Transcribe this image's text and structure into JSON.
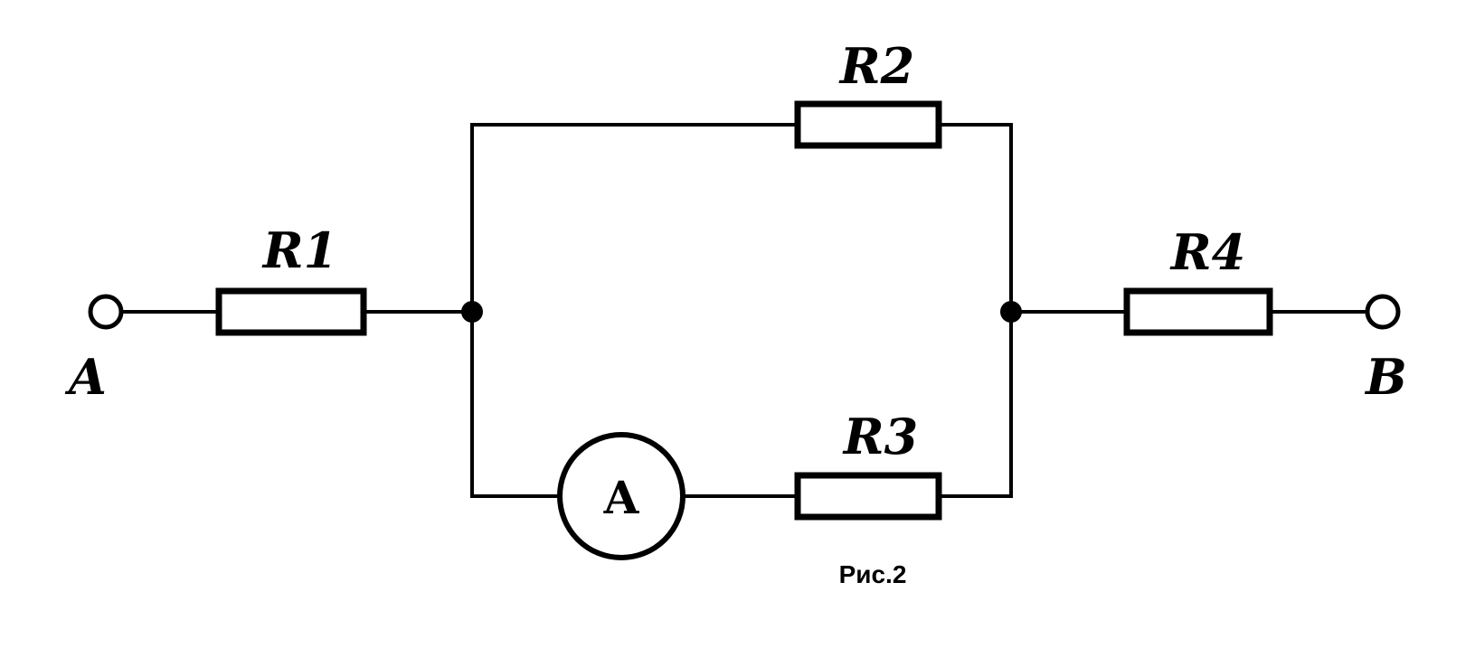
{
  "diagram": {
    "terminals": {
      "a": "A",
      "b": "B"
    },
    "resistors": {
      "r1": "R1",
      "r2": "R2",
      "r3": "R3",
      "r4": "R4"
    },
    "ammeter": "A",
    "caption": "Рис.2"
  }
}
